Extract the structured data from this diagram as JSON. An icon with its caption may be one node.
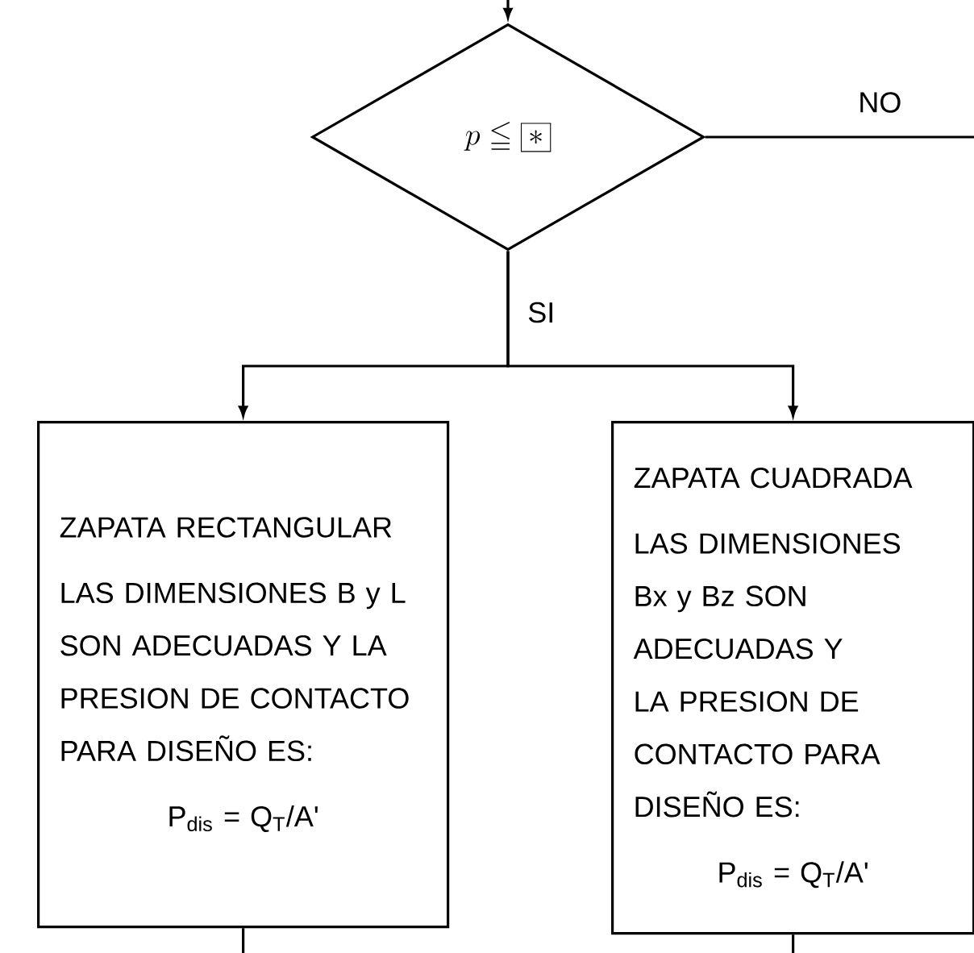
{
  "diagram": {
    "nodes": [
      {
        "text": [
          "p \\leqq \\boxed{\\ast}"
        ]
      },
      {
        "text": [
          "ZAPATA RECTANGULAR",
          "LAS DIMENSIONES B y L SON ADECUADAS Y LA PRESION DE CONTACTO PARA DISEÑO ES:",
          "P$_{dis}$ = Q$_{T}$/A'"
        ]
      },
      {
        "text": [
          "ZAPATA CUADRADA",
          "LAS DIMENSIONES Bx y Bz SON ADECUADAS Y LA PRESION DE CONTACTO PARA DISEÑO ES:",
          "P$_{dis}$ = Q$_{T}$/A'"
        ]
      }
    ],
    "edges": [
      {
        "from": null,
        "to": 0,
        "arrow": "to"
      },
      {
        "from": 0,
        "to": null,
        "arrow": "none",
        "label": "NO"
      },
      {
        "from": 0,
        "to": 1,
        "arrow": "to",
        "label": "SI"
      },
      {
        "from": 0,
        "to": 2,
        "arrow": "to"
      },
      {
        "from": 1,
        "to": null,
        "arrow": "none"
      },
      {
        "from": 2,
        "to": null,
        "arrow": "none"
      }
    ]
  }
}
